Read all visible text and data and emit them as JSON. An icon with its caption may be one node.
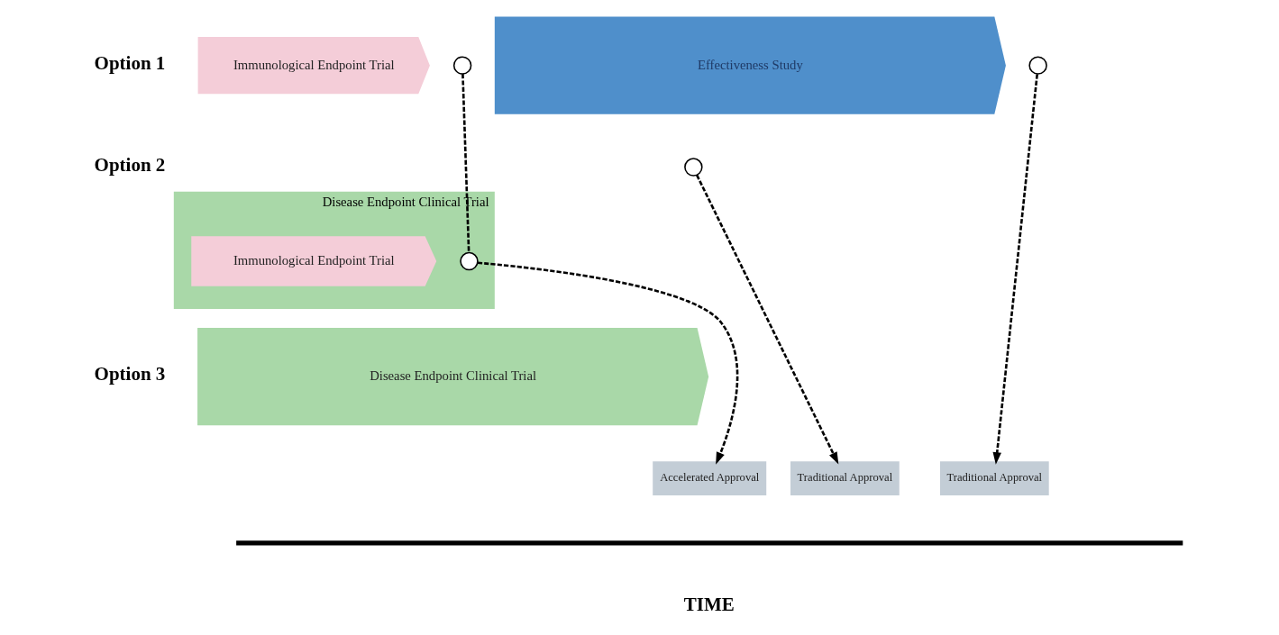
{
  "diagram": {
    "nodes": [
      {
        "text": [
          "Immunological Endpoint Trial"
        ]
      },
      {
        "text": [
          "Effectiveness Study"
        ]
      },
      {
        "text": [
          "Disease Endpoint Clinical Trial"
        ]
      },
      {
        "text": [
          "Immunological Endpoint Trial"
        ],
        "in": 2
      },
      {
        "text": [
          "Disease Endpoint Clinical Trial"
        ]
      },
      {
        "text": [],
        "shape": "circle"
      },
      {
        "text": [],
        "shape": "circle"
      },
      {
        "text": [],
        "shape": "circle",
        "in": 2
      },
      {
        "text": [],
        "shape": "circle"
      },
      {
        "text": [
          "Accelerated Approval"
        ]
      },
      {
        "text": [
          "Traditional Approval"
        ]
      },
      {
        "text": [
          "Traditional Approval"
        ]
      }
    ],
    "edges": [
      {
        "from": 5,
        "to": 7,
        "arrow": "none",
        "style": "dashed"
      },
      {
        "from": 7,
        "to": 9,
        "arrow": "to",
        "style": "dashed"
      },
      {
        "from": 8,
        "to": 10,
        "arrow": "to",
        "style": "dashed"
      },
      {
        "from": 6,
        "to": 11,
        "arrow": "to",
        "style": "dashed"
      }
    ],
    "labels": [
      "Option 1",
      "Option 2",
      "Option 3",
      "TIME"
    ]
  }
}
